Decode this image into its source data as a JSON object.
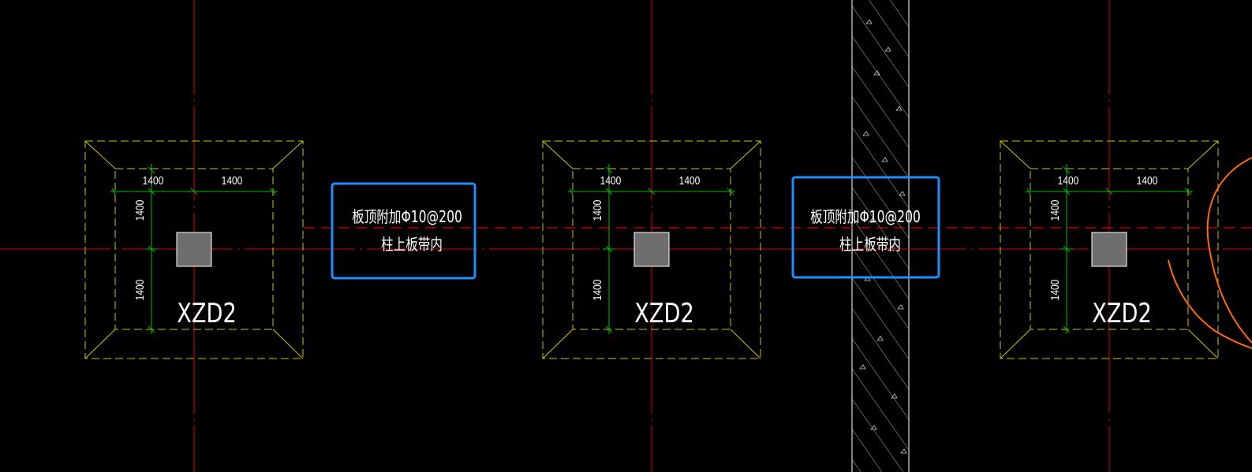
{
  "colors": {
    "background": "#000000",
    "axis": "#e00000",
    "outline": "#c8c800",
    "dimension": "#00c000",
    "column_fill": "#6e6e6e",
    "label": "#ffffff",
    "note_frame": "#1e8fff",
    "wall": "#c8c8c8",
    "markup": "#ff6a00"
  },
  "drawing": {
    "column_caps": [
      {
        "label": "XZD2",
        "dim_top_left": "1400",
        "dim_top_right": "1400",
        "dim_left_upper": "1400",
        "dim_left_lower": "1400"
      },
      {
        "label": "XZD2",
        "dim_top_left": "1400",
        "dim_top_right": "1400",
        "dim_left_upper": "1400",
        "dim_left_lower": "1400"
      },
      {
        "label": "XZD2",
        "dim_top_left": "1400",
        "dim_top_right": "1400",
        "dim_left_upper": "1400",
        "dim_left_lower": "1400"
      }
    ],
    "notes": [
      {
        "line1": "板顶附加Φ10@200",
        "line2": "柱上板带内"
      },
      {
        "line1": "板顶附加Φ10@200",
        "line2": "柱上板带内"
      }
    ]
  }
}
